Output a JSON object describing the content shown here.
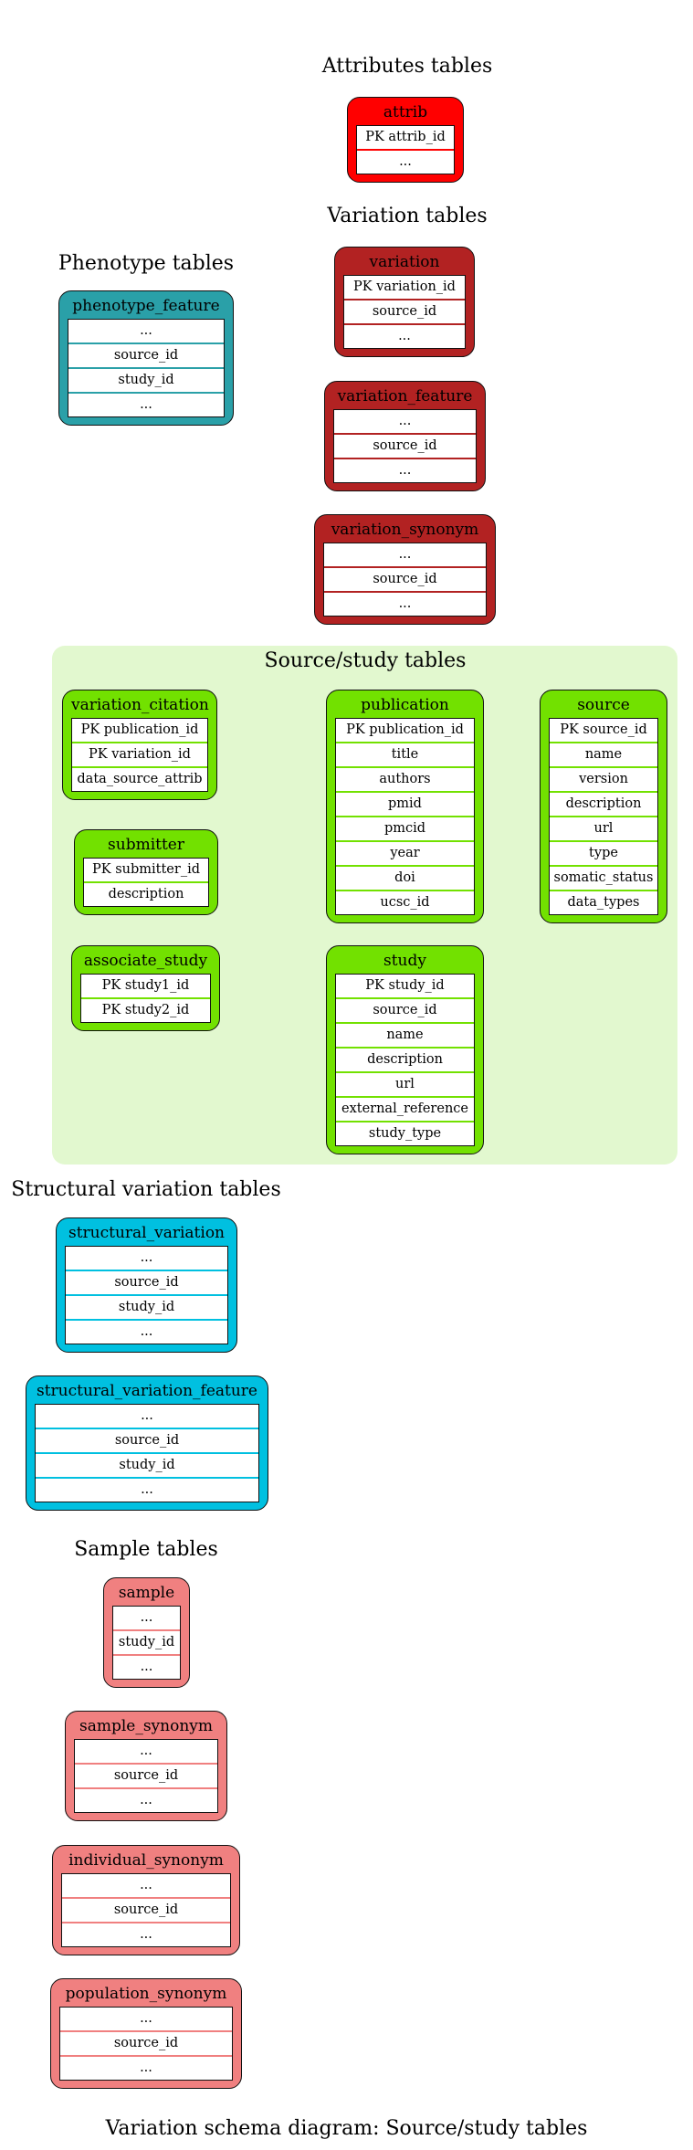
{
  "diagram": {
    "caption": "Variation schema diagram: Source/study tables",
    "groups": [
      {
        "id": "attributes",
        "title": "Attributes tables"
      },
      {
        "id": "variation",
        "title": "Variation tables"
      },
      {
        "id": "phenotype",
        "title": "Phenotype tables"
      },
      {
        "id": "source_study",
        "title": "Source/study tables"
      },
      {
        "id": "structural",
        "title": "Structural variation tables"
      },
      {
        "id": "sample",
        "title": "Sample tables"
      }
    ],
    "colors": {
      "attrib": "#ff0000",
      "variation": "#b22222",
      "phenotype": "#2aa0a8",
      "source_study": "#72e100",
      "structural": "#00c0e0",
      "sample": "#f08080",
      "source_study_bg": "#e2f8cf"
    },
    "tables": [
      {
        "id": "attrib",
        "name": "attrib",
        "color_key": "attrib",
        "rows": [
          "PK  attrib_id",
          "..."
        ]
      },
      {
        "id": "variation",
        "name": "variation",
        "color_key": "variation",
        "rows": [
          "PK  variation_id",
          "source_id",
          "..."
        ]
      },
      {
        "id": "variation_feature",
        "name": "variation_feature",
        "color_key": "variation",
        "rows": [
          "...",
          "source_id",
          "..."
        ]
      },
      {
        "id": "variation_synonym",
        "name": "variation_synonym",
        "color_key": "variation",
        "rows": [
          "...",
          "source_id",
          "..."
        ]
      },
      {
        "id": "phenotype_feature",
        "name": "phenotype_feature",
        "color_key": "phenotype",
        "rows": [
          "...",
          "source_id",
          "study_id",
          "..."
        ]
      },
      {
        "id": "variation_citation",
        "name": "variation_citation",
        "color_key": "source_study",
        "rows": [
          "PK  publication_id",
          "PK  variation_id",
          "data_source_attrib"
        ]
      },
      {
        "id": "publication",
        "name": "publication",
        "color_key": "source_study",
        "rows": [
          "PK  publication_id",
          "title",
          "authors",
          "pmid",
          "pmcid",
          "year",
          "doi",
          "ucsc_id"
        ]
      },
      {
        "id": "source",
        "name": "source",
        "color_key": "source_study",
        "rows": [
          "PK  source_id",
          "name",
          "version",
          "description",
          "url",
          "type",
          "somatic_status",
          "data_types"
        ]
      },
      {
        "id": "submitter",
        "name": "submitter",
        "color_key": "source_study",
        "rows": [
          "PK  submitter_id",
          "description"
        ]
      },
      {
        "id": "associate_study",
        "name": "associate_study",
        "color_key": "source_study",
        "rows": [
          "PK  study1_id",
          "PK  study2_id"
        ]
      },
      {
        "id": "study",
        "name": "study",
        "color_key": "source_study",
        "rows": [
          "PK  study_id",
          "source_id",
          "name",
          "description",
          "url",
          "external_reference",
          "study_type"
        ]
      },
      {
        "id": "structural_variation",
        "name": "structural_variation",
        "color_key": "structural",
        "rows": [
          "...",
          "source_id",
          "study_id",
          "..."
        ]
      },
      {
        "id": "structural_variation_feature",
        "name": "structural_variation_feature",
        "color_key": "structural",
        "rows": [
          "...",
          "source_id",
          "study_id",
          "..."
        ]
      },
      {
        "id": "sample",
        "name": "sample",
        "color_key": "sample",
        "rows": [
          "...",
          "study_id",
          "..."
        ]
      },
      {
        "id": "sample_synonym",
        "name": "sample_synonym",
        "color_key": "sample",
        "rows": [
          "...",
          "source_id",
          "..."
        ]
      },
      {
        "id": "individual_synonym",
        "name": "individual_synonym",
        "color_key": "sample",
        "rows": [
          "...",
          "source_id",
          "..."
        ]
      },
      {
        "id": "population_synonym",
        "name": "population_synonym",
        "color_key": "sample",
        "rows": [
          "...",
          "source_id",
          "..."
        ]
      }
    ],
    "relations": [
      {
        "from": "phenotype_feature.source_id",
        "to": "source.PK source_id"
      },
      {
        "from": "phenotype_feature.study_id",
        "to": "study.PK study_id"
      },
      {
        "from": "variation.source_id",
        "to": "source.PK source_id"
      },
      {
        "from": "variation_feature.source_id",
        "to": "source.PK source_id"
      },
      {
        "from": "variation_synonym.source_id",
        "to": "source.PK source_id"
      },
      {
        "from": "variation_citation.PK publication_id",
        "to": "publication.PK publication_id"
      },
      {
        "from": "variation_citation.PK variation_id",
        "to": "variation.PK variation_id"
      },
      {
        "from": "variation_citation.data_source_attrib",
        "to": "attrib.PK attrib_id"
      },
      {
        "from": "associate_study.PK study1_id",
        "to": "study.PK study_id"
      },
      {
        "from": "study.source_id",
        "to": "source.PK source_id"
      },
      {
        "from": "structural_variation.source_id",
        "to": "source.PK source_id"
      },
      {
        "from": "structural_variation.study_id",
        "to": "study.PK study_id"
      },
      {
        "from": "structural_variation_feature.source_id",
        "to": "source.PK source_id"
      },
      {
        "from": "structural_variation_feature.study_id",
        "to": "study.PK study_id"
      },
      {
        "from": "sample.study_id",
        "to": "study.PK study_id"
      },
      {
        "from": "sample_synonym.source_id",
        "to": "source.PK source_id"
      },
      {
        "from": "individual_synonym.source_id",
        "to": "source.PK source_id"
      },
      {
        "from": "population_synonym.source_id",
        "to": "source.PK source_id"
      }
    ]
  }
}
